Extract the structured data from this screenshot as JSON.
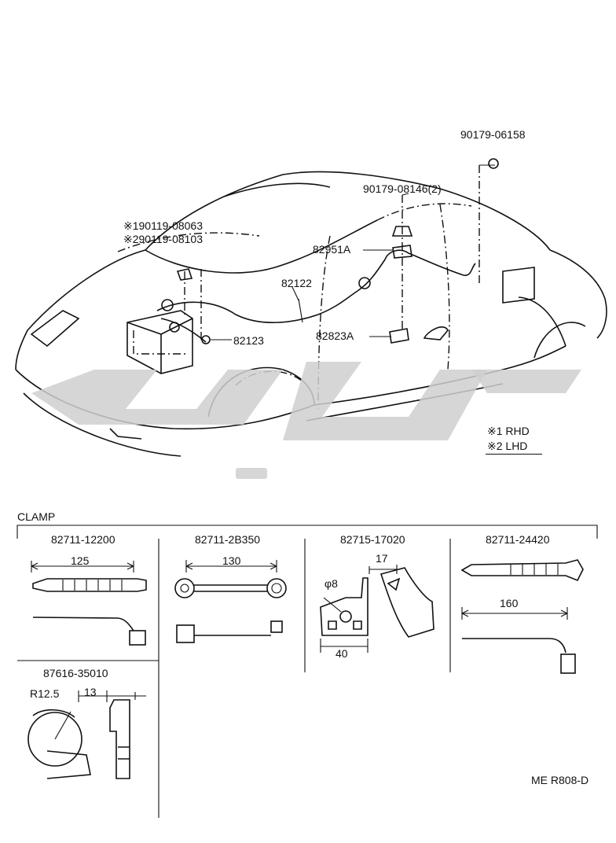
{
  "callouts": {
    "part_90179_06158": "90179-06158",
    "part_90179_08146": "90179-08146(2)",
    "part_rhd_bolt": "※190119-08063",
    "part_lhd_bolt": "※290119-08103",
    "part_82951A": "82951A",
    "part_82122": "82122",
    "part_82123": "82123",
    "part_82823A": "82823A"
  },
  "legend": {
    "rhd": "※1 RHD",
    "lhd": "※2 LHD"
  },
  "clamp_section": {
    "title": "CLAMP",
    "items": [
      {
        "part_no": "82711-12200",
        "dimension": "125"
      },
      {
        "part_no": "82711-2B350",
        "dimension": "130"
      },
      {
        "part_no": "82715-17020",
        "dimension_a": "17",
        "dimension_b": "φ8",
        "dimension_c": "40"
      },
      {
        "part_no": "82711-24420",
        "dimension": "160"
      },
      {
        "part_no": "87616-35010",
        "dimension_a": "R12.5",
        "dimension_b": "13"
      }
    ]
  },
  "figure_code": "ME R808-D"
}
